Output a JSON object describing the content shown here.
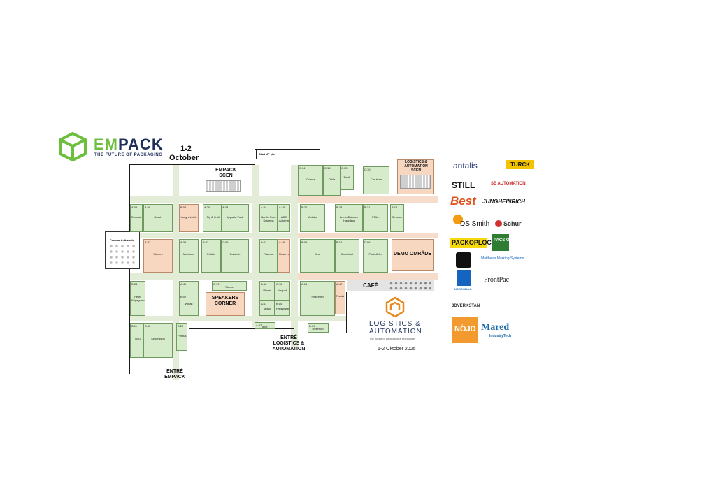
{
  "event": {
    "logo_name_part1": "EM",
    "logo_name_part2": "PACK",
    "tagline": "THE FUTURE OF PACKAGING",
    "dates": "1-2",
    "month": "October"
  },
  "zones": {
    "empack_scen_line1": "EMPACK",
    "empack_scen_line2": "SCEN",
    "la_scen_line1": "LOGISTICS &",
    "la_scen_line2": "AUTOMATION",
    "la_scen_line3": "SCEN",
    "demo": "DEMO OMRÅDE",
    "cafe": "CAFÉ",
    "speakers_line1": "SPEAKERS",
    "speakers_line2": "CORNER",
    "packnorth": "Packnorth Awards",
    "startup": "Start UP yta",
    "entry_la_line1": "ENTRÉ",
    "entry_la_line2": "LOGISTICS &",
    "entry_la_line3": "AUTOMATION",
    "entry_empack_line1": "ENTRÉ",
    "entry_empack_line2": "EMPACK"
  },
  "la_brand": {
    "line1": "LOGISTICS &",
    "line2": "AUTOMATION",
    "tagline": "The future of intralogistics technology",
    "date": "1-2 Oktober 2025"
  },
  "booths": [
    {
      "code": "C:04",
      "name": "Coesia"
    },
    {
      "code": "C:13",
      "name": "Orkla"
    },
    {
      "code": "C:05",
      "name": "Tectit"
    },
    {
      "code": "C:10",
      "name": "Cerulean"
    },
    {
      "code": "B:20",
      "name": "Antalis"
    },
    {
      "code": "B:23",
      "name": "Lemia Balance Handling"
    },
    {
      "code": "B:21",
      "name": "STILL"
    },
    {
      "code": "B:18",
      "name": "Sesotec"
    },
    {
      "code": "A:09",
      "name": "Empack"
    },
    {
      "code": "A:08",
      "name": "Bosch"
    },
    {
      "code": "B:05",
      "name": "Jungheinrich"
    },
    {
      "code": "A:20",
      "name": "Fly & Kraft"
    },
    {
      "code": "A:33",
      "name": "Uppsala Pack"
    },
    {
      "code": "A:24",
      "name": "Nordic Pack Systems"
    },
    {
      "code": "A:15",
      "name": "ABC Automation"
    },
    {
      "code": "B:09",
      "name": "Best"
    },
    {
      "code": "B:12",
      "name": "Zumtobel"
    },
    {
      "code": "D:06",
      "name": "Pack & Go"
    },
    {
      "code": "A:23",
      "name": "Sievers"
    },
    {
      "code": "A:35",
      "name": "Mattsson"
    },
    {
      "code": "B:03",
      "name": "Pallets"
    },
    {
      "code": "C:06",
      "name": "Pantech"
    },
    {
      "code": "B:01",
      "name": "Tillverka"
    },
    {
      "code": "A:16",
      "name": "Reserved"
    },
    {
      "code": "D:21",
      "name": "Peter Edgeguard"
    },
    {
      "code": "A:40",
      "name": "Lifting"
    },
    {
      "code": "B:02",
      "name": "Wipak"
    },
    {
      "code": "C:19",
      "name": "Storoe"
    },
    {
      "code": "D:10",
      "name": "Pleser"
    },
    {
      "code": "C:18",
      "name": "Neopak"
    },
    {
      "code": "A:41",
      "name": "Modo"
    },
    {
      "code": "B:14",
      "name": "Pressmatic"
    },
    {
      "code": "A:14",
      "name": "Reserved"
    },
    {
      "code": "A:42",
      "name": "Foods"
    },
    {
      "code": "B:11",
      "name": "SEO"
    },
    {
      "code": "B:30",
      "name": "Simonsson"
    },
    {
      "code": "B:29",
      "name": "Pontus"
    },
    {
      "code": "D:09",
      "name": "Reserved"
    },
    {
      "code": "A:37",
      "name": "Axon"
    }
  ],
  "sponsors": [
    {
      "name": "antalis",
      "color": "#1e2f72"
    },
    {
      "name": "TURCK",
      "color": "#111111"
    },
    {
      "name": "STILL",
      "color": "#111111"
    },
    {
      "name": "SE AUTOMATION",
      "color": "#c62828"
    },
    {
      "name": "Best",
      "color": "#e2501a"
    },
    {
      "name": "JUNGHEINRICH",
      "color": "#111111"
    },
    {
      "name": "DS Smith",
      "color": "#111111"
    },
    {
      "name": "Schur",
      "color": "#333333"
    },
    {
      "name": "PACKOPLOCK",
      "color": "#111111"
    },
    {
      "name": "PACS ON",
      "color": "#2e7d32"
    },
    {
      "name": "Matthews Marking Systems",
      "color": "#1565c0"
    },
    {
      "name": "NORDVALLS",
      "color": "#1565c0"
    },
    {
      "name": "FrontPac",
      "color": "#222222"
    },
    {
      "name": "3DVERKSTAN",
      "color": "#333333"
    },
    {
      "name": "NÖJD",
      "color": "#ffffff"
    },
    {
      "name": "Mared",
      "color": "#1c6aa8"
    },
    {
      "name": "IndustryTech",
      "color": "#1c6aa8"
    }
  ],
  "colors": {
    "booth": "#d6ebc9",
    "aisle": "#e3ecd6",
    "peach": "#f7d7c0",
    "brand_green": "#6cbf3c",
    "brand_navy": "#1e2f5a",
    "la_orange": "#e58a1f"
  }
}
